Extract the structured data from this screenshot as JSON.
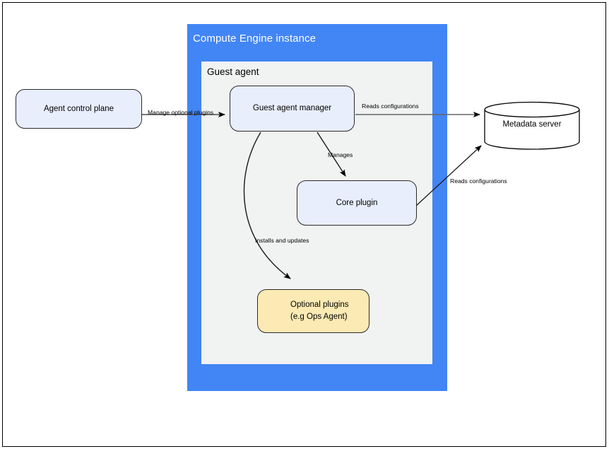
{
  "diagram": {
    "title_vm": "Compute Engine instance",
    "title_agent_panel": "Guest agent",
    "colors": {
      "vm_frame": "#4285f4",
      "agent_panel": "#f1f2f2",
      "node_blue": "#e8eefc",
      "node_yellow": "#fbeab4",
      "stroke": "#2b2b2b",
      "gray_edge": "#666666"
    },
    "nodes": {
      "agent_control_plane": "Agent control plane",
      "guest_agent_manager": "Guest agent manager",
      "core_plugin": "Core plugin",
      "optional_plugins_line1": "Optional plugins",
      "optional_plugins_line2": "(e.g  Ops Agent)",
      "metadata_server": "Metadata server"
    },
    "edges": {
      "manage_optional_plugins": "Manage optional plugins",
      "reads_configurations_manager": "Reads configurations",
      "reads_configurations_core": "Reads configurations",
      "manages": "Manages",
      "installs_and_updates": "Installs and updates"
    }
  }
}
